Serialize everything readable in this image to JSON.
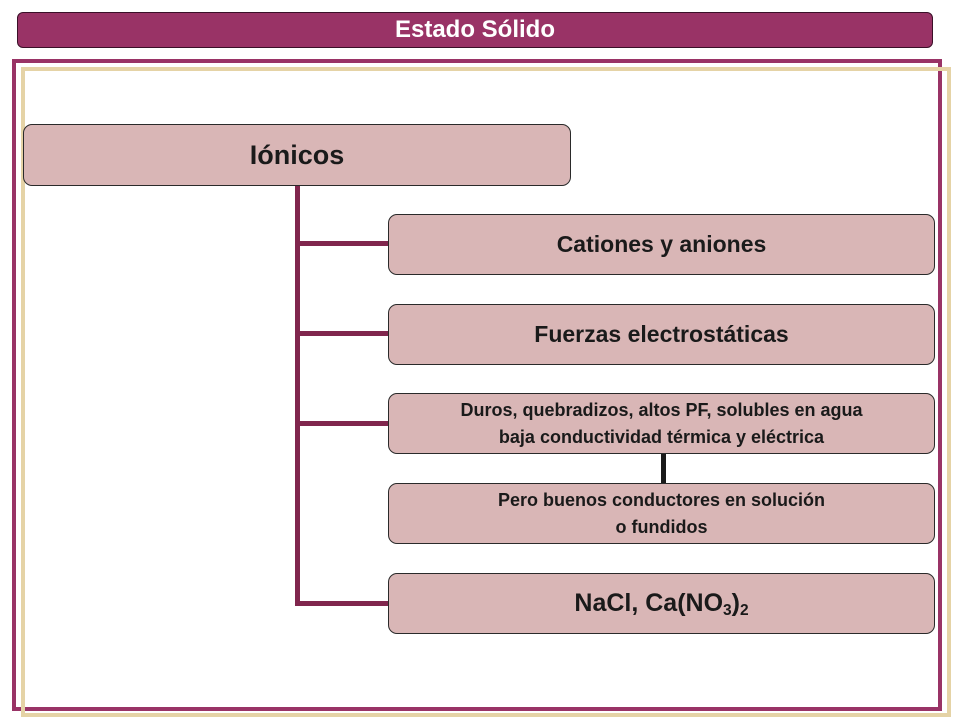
{
  "header": {
    "title": "Estado Sólido"
  },
  "diagram": {
    "root": {
      "label": "Iónicos"
    },
    "children": [
      {
        "label": "Cationes y aniones"
      },
      {
        "label": "Fuerzas electrostáticas"
      },
      {
        "line1": "Duros, quebradizos, altos PF, solubles en agua",
        "line2": "baja conductividad térmica y eléctrica"
      },
      {
        "line1": "Pero buenos conductores en solución",
        "line2": "o fundidos"
      },
      {
        "formula_part1": "NaCl, Ca(NO",
        "sub1": "3",
        "formula_part2": ")",
        "sub2": "2"
      }
    ]
  },
  "colors": {
    "header_fill": "#993366",
    "node_fill": "#d9b6b6",
    "connector": "#80264d",
    "frame_outer": "#993366",
    "frame_inner": "#e5d3a6"
  }
}
